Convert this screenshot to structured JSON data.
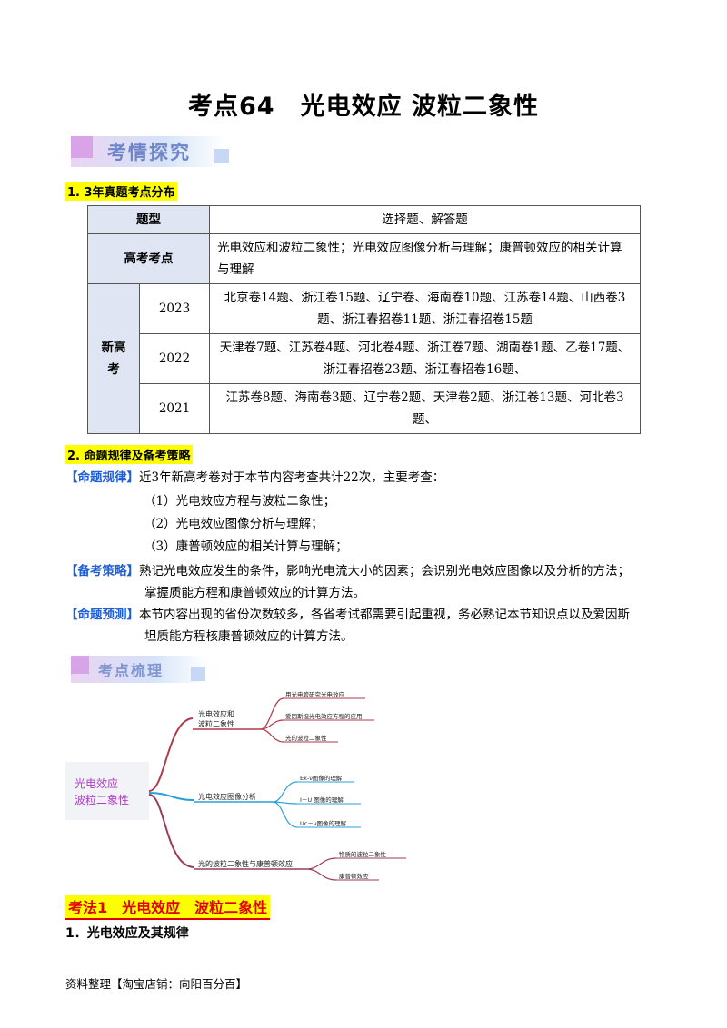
{
  "title": "考点64　光电效应 波粒二象性",
  "banner1": "考情探究",
  "section1": "1. 3年真题考点分布",
  "table": {
    "type_label": "题型",
    "type_value": "选择题、解答题",
    "points_label": "高考考点",
    "points_value": "光电效应和波粒二象性；光电效应图像分析与理解；康普顿效应的相关计算与理解",
    "group_label": "新高考",
    "rows": [
      {
        "year": "2023",
        "text": "北京卷14题、浙江卷15题、辽宁卷、海南卷10题、江苏卷14题、山西卷3题、浙江春招卷11题、浙江春招卷15题"
      },
      {
        "year": "2022",
        "text": "天津卷7题、江苏卷4题、河北卷4题、浙江卷7题、湖南卷1题、乙卷17题、浙江春招卷23题、浙江春招卷16题、"
      },
      {
        "year": "2021",
        "text": "江苏卷8题、海南卷3题、辽宁卷2题、天津卷2题、浙江卷13题、河北卷3题、"
      }
    ]
  },
  "section2": "2. 命题规律及备考策略",
  "rule": {
    "tag": "【命题规律】",
    "text": "近3年新高考卷对于本节内容考查共计22次，主要考查：",
    "items": [
      "（1）光电效应方程与波粒二象性；",
      "（2）光电效应图像分析与理解；",
      "（3）康普顿效应的相关计算与理解；"
    ]
  },
  "strategy": {
    "tag": "【备考策略】",
    "line1": "熟记光电效应发生的条件，影响光电流大小的因素；会识别光电效应图像以及分析的方法；",
    "line2": "掌握质能方程和康普顿效应的计算方法。"
  },
  "forecast": {
    "tag": "【命题预测】",
    "line1": "本节内容出现的省份次数较多，各省考试都需要引起重视，务必熟记本节知识点以及爱因斯",
    "line2": "坦质能方程核康普顿效应的计算方法。"
  },
  "banner2": "考点梳理",
  "mindmap": {
    "root_line1": "光电效应",
    "root_line2": "波粒二象性",
    "b1_line1": "光电效应和",
    "b1_line2": "波粒二象性",
    "b1_leaves": [
      "用光电管研究光电效应",
      "爱因斯坦光电效应方程的应用",
      "光的波粒二象性"
    ],
    "b2": "光电效应图像分析",
    "b2_leaves": [
      "Ek-ν图像的理解",
      "I－U 图像的理解",
      "Uc－ν图像的理解"
    ],
    "b3": "光的波粒二象性与康普顿效应",
    "b3_leaves": [
      "物质的波粒二象性",
      "康普顿效应"
    ],
    "colors": {
      "b1": "#b03a48",
      "b2": "#2aa1d6",
      "b3": "#9b3b5a",
      "root": "#b13ac9"
    }
  },
  "kaofa": "考法1　光电效应　波粒二象性",
  "subhead": "1．光电效应及其规律",
  "footer": "资料整理【淘宝店铺：向阳百分百】"
}
